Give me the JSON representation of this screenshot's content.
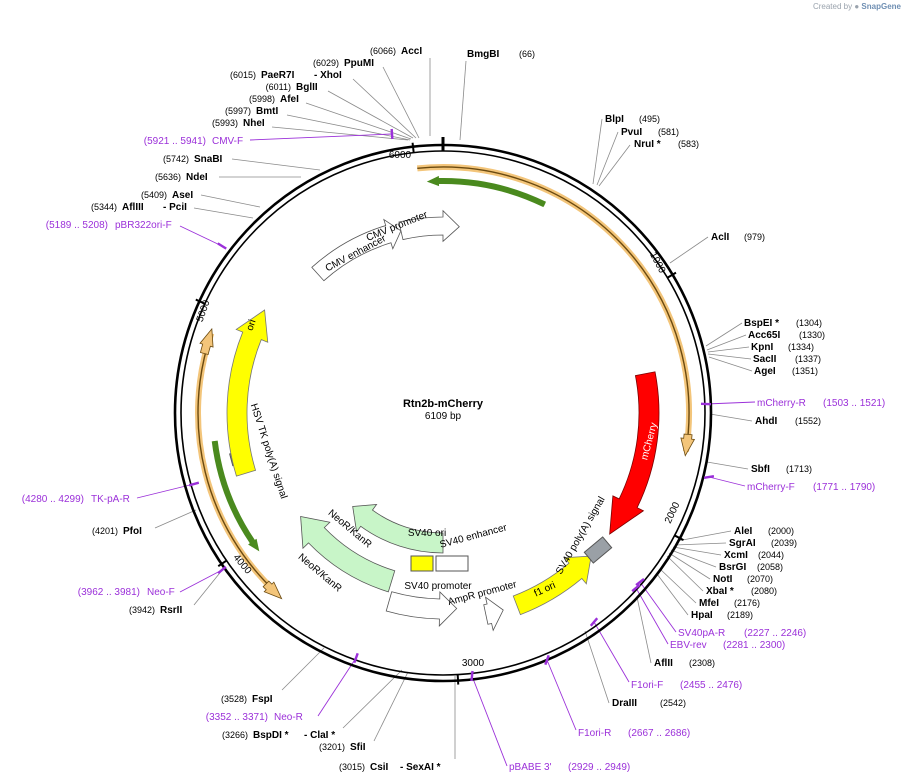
{
  "credit": {
    "created_by": "Created by",
    "brand": "SnapGene"
  },
  "plasmid": {
    "name": "Rtn2b-mCherry",
    "size_label": "6109 bp",
    "length": 6109
  },
  "ticks": [
    "1000",
    "2000",
    "3000",
    "4000",
    "5000",
    "6000"
  ],
  "colors": {
    "backbone": "#000000",
    "primer": "#9b30d9",
    "mcherry": "#ff0000",
    "ori": "#ffff00",
    "neo": "#c8f5c8",
    "orf": "#f3c57a",
    "orf_inner": "#4a8a1e",
    "gray": "#9aa0a6"
  },
  "features": [
    {
      "id": "mcherry",
      "label": "mCherry",
      "color": "#ff0000"
    },
    {
      "id": "f1ori",
      "label": "f1 ori",
      "color": "#ffff00"
    },
    {
      "id": "sv40pa",
      "label": "SV40 poly(A) signal",
      "color": "#9aa0a6"
    },
    {
      "id": "ampr_promoter",
      "label": "AmpR promoter",
      "color": "#ffffff"
    },
    {
      "id": "sv40_promoter",
      "label": "SV40 promoter",
      "color": "#ffffff"
    },
    {
      "id": "sv40_ori",
      "label": "SV40 ori",
      "color": "#ffff00"
    },
    {
      "id": "sv40_enhancer",
      "label": "SV40 enhancer",
      "color": "#ffffff"
    },
    {
      "id": "neo1",
      "label": "NeoR/KanR",
      "color": "#c8f5c8"
    },
    {
      "id": "neo2",
      "label": "NeoR/KanR",
      "color": "#c8f5c8"
    },
    {
      "id": "hsvtk",
      "label": "HSV TK poly(A) signal",
      "color": "#9aa0a6"
    },
    {
      "id": "ori",
      "label": "ori",
      "color": "#ffff00"
    },
    {
      "id": "cmv_enh",
      "label": "CMV enhancer",
      "color": "#ffffff"
    },
    {
      "id": "cmv_prom",
      "label": "CMV promoter",
      "color": "#ffffff"
    }
  ],
  "enzymes": [
    {
      "name": "AccI",
      "pos": "(6066)"
    },
    {
      "name": "BmgBI",
      "pos": "(66)"
    },
    {
      "name": "PpuMI",
      "pos": "(6029)"
    },
    {
      "name": "PaeR7I",
      "extra": "- XhoI",
      "pos": "(6015)"
    },
    {
      "name": "BglII",
      "pos": "(6011)"
    },
    {
      "name": "AfeI",
      "pos": "(5998)"
    },
    {
      "name": "BmtI",
      "pos": "(5997)"
    },
    {
      "name": "NheI",
      "pos": "(5993)"
    },
    {
      "name": "SnaBI",
      "pos": "(5742)"
    },
    {
      "name": "NdeI",
      "pos": "(5636)"
    },
    {
      "name": "AseI",
      "pos": "(5409)"
    },
    {
      "name": "AflIII",
      "extra": "- PciI",
      "pos": "(5344)"
    },
    {
      "name": "BlpI",
      "pos": "(495)"
    },
    {
      "name": "PvuI",
      "pos": "(581)"
    },
    {
      "name": "NruI *",
      "pos": "(583)"
    },
    {
      "name": "AclI",
      "pos": "(979)"
    },
    {
      "name": "BspEI *",
      "pos": "(1304)"
    },
    {
      "name": "Acc65I",
      "pos": "(1330)"
    },
    {
      "name": "KpnI",
      "pos": "(1334)"
    },
    {
      "name": "SacII",
      "pos": "(1337)"
    },
    {
      "name": "AgeI",
      "pos": "(1351)"
    },
    {
      "name": "AhdI",
      "pos": "(1552)"
    },
    {
      "name": "SbfI",
      "pos": "(1713)"
    },
    {
      "name": "AleI",
      "pos": "(2000)"
    },
    {
      "name": "SgrAI",
      "pos": "(2039)"
    },
    {
      "name": "XcmI",
      "pos": "(2044)"
    },
    {
      "name": "BsrGI",
      "pos": "(2058)"
    },
    {
      "name": "NotI",
      "pos": "(2070)"
    },
    {
      "name": "XbaI *",
      "pos": "(2080)"
    },
    {
      "name": "MfeI",
      "pos": "(2176)"
    },
    {
      "name": "HpaI",
      "pos": "(2189)"
    },
    {
      "name": "AflII",
      "pos": "(2308)"
    },
    {
      "name": "DraIII",
      "pos": "(2542)"
    },
    {
      "name": "CsiI",
      "extra": "- SexAI *",
      "pos": "(3015)"
    },
    {
      "name": "SfiI",
      "pos": "(3201)"
    },
    {
      "name": "BspDI *",
      "extra": "- ClaI *",
      "pos": "(3266)"
    },
    {
      "name": "FspI",
      "pos": "(3528)"
    },
    {
      "name": "RsrII",
      "pos": "(3942)"
    },
    {
      "name": "PfoI",
      "pos": "(4201)"
    }
  ],
  "primers": [
    {
      "name": "CMV-F",
      "range": "(5921 .. 5941)"
    },
    {
      "name": "pBR322ori-F",
      "range": "(5189 .. 5208)"
    },
    {
      "name": "mCherry-R",
      "range": "(1503 .. 1521)"
    },
    {
      "name": "mCherry-F",
      "range": "(1771 .. 1790)"
    },
    {
      "name": "SV40pA-R",
      "range": "(2227 .. 2246)"
    },
    {
      "name": "EBV-rev",
      "range": "(2281 .. 2300)"
    },
    {
      "name": "F1ori-F",
      "range": "(2455 .. 2476)"
    },
    {
      "name": "F1ori-R",
      "range": "(2667 .. 2686)"
    },
    {
      "name": "pBABE 3'",
      "range": "(2929 .. 2949)"
    },
    {
      "name": "Neo-R",
      "range": "(3352 .. 3371)"
    },
    {
      "name": "Neo-F",
      "range": "(3962 .. 3981)"
    },
    {
      "name": "TK-pA-R",
      "range": "(4280 .. 4299)"
    }
  ]
}
